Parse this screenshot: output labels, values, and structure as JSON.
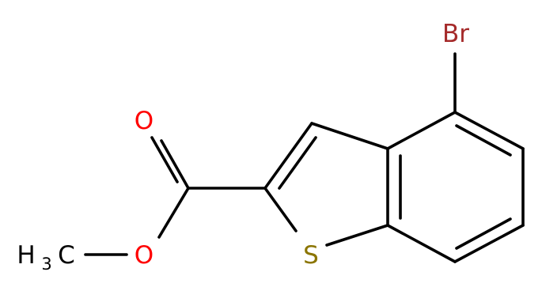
{
  "molecule": {
    "atom_labels": {
      "bromine": "Br",
      "carbonyl_oxygen": "O",
      "ester_oxygen": "O",
      "sulfur": "S",
      "methyl_h": "H",
      "methyl_subscript": "3",
      "methyl_c": "C"
    },
    "colors": {
      "bond": "#000000",
      "bromine": "#a52a2a",
      "oxygen": "#ff0000",
      "sulfur": "#8b7500",
      "carbon": "#000000"
    }
  }
}
